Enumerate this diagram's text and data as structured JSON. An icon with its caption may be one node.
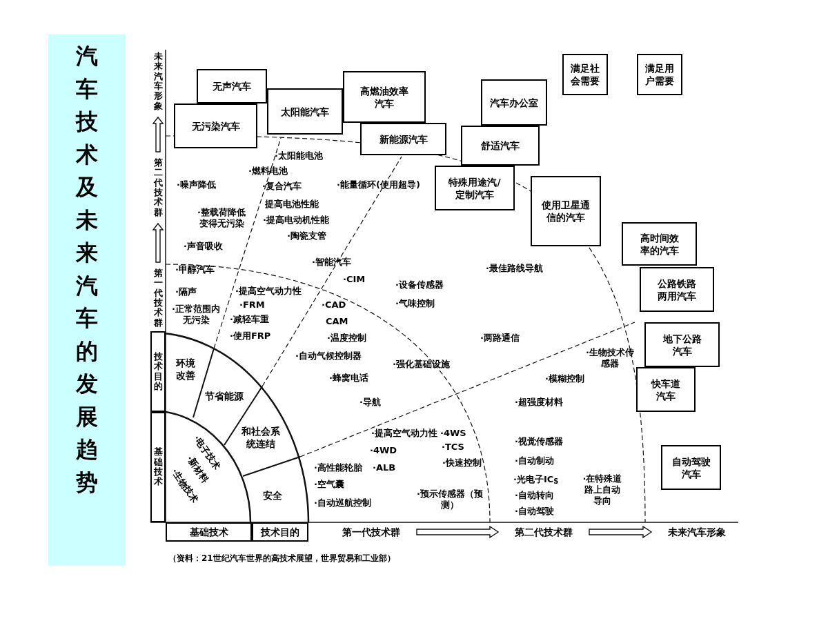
{
  "diagram": {
    "title": "汽车技术及未来汽车的发展趋势",
    "caption": "（资料：21世纪汽车世界的高技术展望，世界贸易和工业部）",
    "nodes": [
      {
        "text": [
          "无声汽车"
        ]
      },
      {
        "text": [
          "无污染汽车"
        ]
      },
      {
        "text": [
          "太阳能汽车"
        ]
      },
      {
        "text": [
          "高燃油效率汽车"
        ]
      },
      {
        "text": [
          "新能源汽车"
        ]
      },
      {
        "text": [
          "汽车办公室"
        ]
      },
      {
        "text": [
          "舒适汽车"
        ]
      },
      {
        "text": [
          "特殊用途汽/定制汽车"
        ]
      },
      {
        "text": [
          "使用卫星通信的汽车"
        ]
      },
      {
        "text": [
          "满足社会需要"
        ]
      },
      {
        "text": [
          "满足用户需要"
        ]
      },
      {
        "text": [
          "高时间效率的汽车"
        ]
      },
      {
        "text": [
          "公路铁路两用汽车"
        ]
      },
      {
        "text": [
          "地下公路汽车"
        ]
      },
      {
        "text": [
          "快车道汽车"
        ]
      },
      {
        "text": [
          "自动驾驶汽车"
        ]
      },
      {
        "text": [
          "环境改善"
        ]
      },
      {
        "text": [
          "节省能源"
        ]
      },
      {
        "text": [
          "和社会系统连结"
        ]
      },
      {
        "text": [
          "安全"
        ]
      },
      {
        "text": [
          "·电子技术",
          "·新材料",
          "·生物技术"
        ]
      },
      {
        "text": [
          "基础技术"
        ]
      },
      {
        "text": [
          "技术目的"
        ]
      },
      {
        "text": [
          "第一代技术群"
        ]
      },
      {
        "text": [
          "第二代技术群"
        ]
      },
      {
        "text": [
          "未来汽车形象"
        ]
      },
      {
        "text": [
          "基础技术"
        ]
      },
      {
        "text": [
          "技术目的"
        ]
      },
      {
        "text": [
          "第一代技术群"
        ]
      },
      {
        "text": [
          "第二代技术群"
        ]
      },
      {
        "text": [
          "未来汽车形象"
        ]
      }
    ],
    "edges": [
      {
        "from": 23,
        "to": 24,
        "arrow": "to"
      },
      {
        "from": 24,
        "to": 25,
        "arrow": "to"
      },
      {
        "from": 28,
        "to": 29,
        "arrow": "to"
      },
      {
        "from": 29,
        "to": 30,
        "arrow": "to"
      }
    ],
    "labels": [
      "·太阳能电池",
      "·燃料电池",
      "·噪声降低",
      "·复合汽车",
      "·能量循环(使用超导)",
      "提高电池性能",
      "·整载荷降低变得无污染",
      "·提高电动机性能",
      "·陶瓷支管",
      "·声音吸收",
      "·甲醇汽车",
      "·智能汽车",
      "·CIM",
      "·最佳路线导航",
      "·隔声",
      "·提高空气动力性",
      "·设备传感器",
      "·FRM",
      "·CAD",
      "·气味控制",
      "·正常范围内无污染",
      "·减轻车重",
      "CAM",
      "·使用FRP",
      "·温度控制",
      "·两路通信",
      "·自动气候控制器",
      "·强化基础设施",
      "·生物技术传感器",
      "·蜂窝电话",
      "·模糊控制",
      "·导航",
      "·超强度材料",
      "·提高空气动力性",
      "·4WS",
      "·视觉传感器",
      "·4WD",
      "·TCS",
      "·自动制动",
      "·高性能轮胎",
      "·ALB",
      "·快速控制",
      "·光电子IC$_{S}$",
      "·在特殊道路上自动导向",
      "·空气囊",
      "·预示传感器（预测）",
      "·自动转向",
      "·自动巡航控制",
      "·自动驾驶"
    ]
  }
}
